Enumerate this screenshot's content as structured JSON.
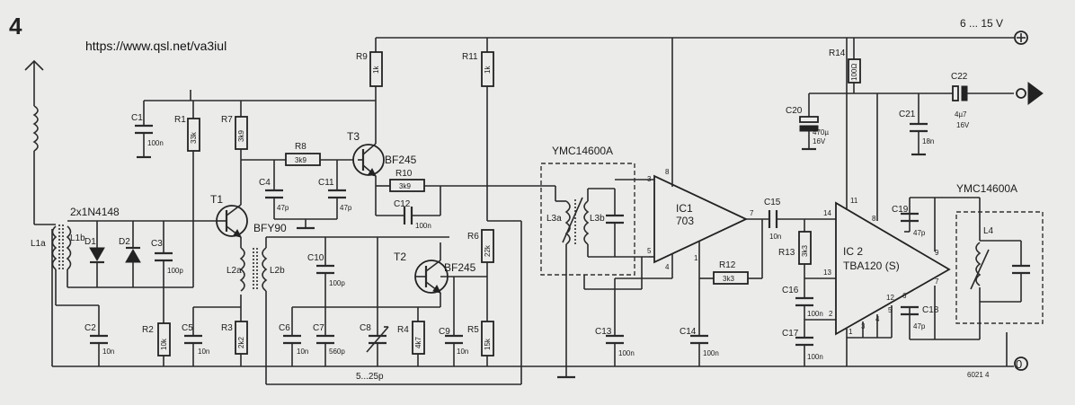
{
  "figure_number": "4",
  "source_url": "https://www.qsl.net/va3iul",
  "supply": "6 ... 15 V",
  "drawing_number": "6021 4",
  "terminals": {
    "plus": "+",
    "zero": "0"
  },
  "transistors": {
    "t1": {
      "ref": "T1",
      "type": "BFY90"
    },
    "t2": {
      "ref": "T2",
      "type": "BF245"
    },
    "t3": {
      "ref": "T3",
      "type": "BF245"
    }
  },
  "ics": {
    "ic1": {
      "ref": "IC1",
      "type": "703",
      "pins": [
        "3",
        "8",
        "7",
        "5",
        "4",
        "1"
      ]
    },
    "ic2": {
      "ref": "IC 2",
      "type": "TBA120 (S)",
      "pins": [
        "14",
        "11",
        "8",
        "13",
        "9",
        "7",
        "2",
        "1",
        "3",
        "4",
        "5",
        "12",
        "6"
      ]
    }
  },
  "diodes": {
    "label": "2x1N4148",
    "d1": "D1",
    "d2": "D2"
  },
  "coils": {
    "l1a": "L1a",
    "l1b": "L1b",
    "l2a": "L2a",
    "l2b": "L2b",
    "l3a": "L3a",
    "l3b": "L3b",
    "l4": "L4",
    "filter1": "YMC14600A",
    "filter2": "YMC14600A"
  },
  "resistors": [
    {
      "ref": "R1",
      "value": "33k"
    },
    {
      "ref": "R2",
      "value": "10k"
    },
    {
      "ref": "R3",
      "value": "2k2"
    },
    {
      "ref": "R4",
      "value": "4k7"
    },
    {
      "ref": "R5",
      "value": "15k"
    },
    {
      "ref": "R6",
      "value": "22k"
    },
    {
      "ref": "R7",
      "value": "3k9"
    },
    {
      "ref": "R8",
      "value": "3k9"
    },
    {
      "ref": "R9",
      "value": "1k"
    },
    {
      "ref": "R10",
      "value": "3k9"
    },
    {
      "ref": "R11",
      "value": "1k"
    },
    {
      "ref": "R12",
      "value": "3k3"
    },
    {
      "ref": "R13",
      "value": "3k3"
    },
    {
      "ref": "R14",
      "value": "100Ω"
    }
  ],
  "capacitors": [
    {
      "ref": "C1",
      "value": "100n"
    },
    {
      "ref": "C2",
      "value": "10n"
    },
    {
      "ref": "C3",
      "value": "100p"
    },
    {
      "ref": "C4",
      "value": "47p"
    },
    {
      "ref": "C5",
      "value": "10n"
    },
    {
      "ref": "C6",
      "value": "10n"
    },
    {
      "ref": "C7",
      "value": "560p"
    },
    {
      "ref": "C8",
      "value": "5...25p"
    },
    {
      "ref": "C9",
      "value": "10n"
    },
    {
      "ref": "C10",
      "value": "100p"
    },
    {
      "ref": "C11",
      "value": "47p"
    },
    {
      "ref": "C12",
      "value": "100n"
    },
    {
      "ref": "C13",
      "value": "100n"
    },
    {
      "ref": "C14",
      "value": "100n"
    },
    {
      "ref": "C15",
      "value": "10n"
    },
    {
      "ref": "C16",
      "value": "100n"
    },
    {
      "ref": "C17",
      "value": "100n"
    },
    {
      "ref": "C18",
      "value": "47p"
    },
    {
      "ref": "C19",
      "value": "47p"
    },
    {
      "ref": "C20",
      "value": "470µ",
      "voltage": "16V"
    },
    {
      "ref": "C21",
      "value": "18n"
    },
    {
      "ref": "C22",
      "value": "4µ7",
      "voltage": "16V"
    }
  ]
}
